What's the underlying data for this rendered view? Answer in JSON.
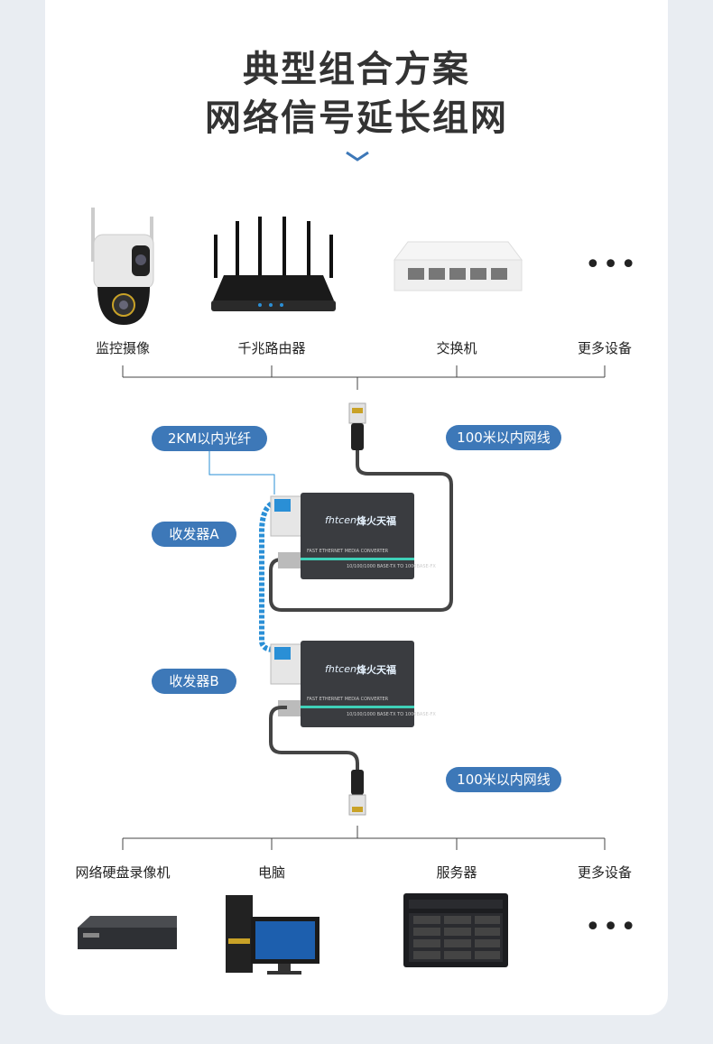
{
  "header": {
    "title_line1": "典型组合方案",
    "title_line2": "网络信号延长组网"
  },
  "top_devices": [
    {
      "label": "监控摄像"
    },
    {
      "label": "千兆路由器"
    },
    {
      "label": "交换机"
    },
    {
      "label": "更多设备"
    }
  ],
  "bottom_devices": [
    {
      "label": "网络硬盘录像机"
    },
    {
      "label": "电脑"
    },
    {
      "label": "服务器"
    },
    {
      "label": "更多设备"
    }
  ],
  "tags": {
    "fiber": "2KM以内光纤",
    "cable_top": "100米以内网线",
    "transceiver_a": "收发器A",
    "transceiver_b": "收发器B",
    "cable_bottom": "100米以内网线"
  },
  "converter": {
    "brand": "fhtcen",
    "brand_cn": "烽火天福",
    "model_line": "FAST ETHERNET MEDIA CONVERTER",
    "spec_line": "10/100/1000 BASE-TX TO 1000BASE-FX"
  },
  "more_symbol": "•••",
  "colors": {
    "accent": "#3d78b8",
    "fiber": "#2a8fd6",
    "cable": "#444444"
  }
}
